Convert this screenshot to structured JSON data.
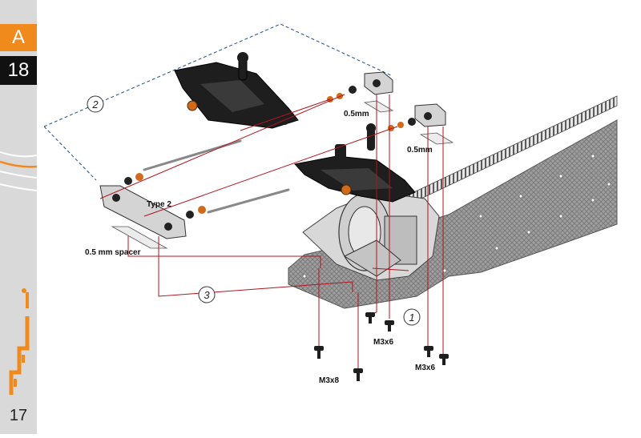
{
  "sidebar": {
    "section_letter": "A",
    "step_number": "18",
    "page_number": "17",
    "accent_color": "#f08a1c"
  },
  "diagram": {
    "callouts": [
      "1",
      "2",
      "3"
    ],
    "labels": {
      "type2": "Type 2",
      "spacer": "0.5 mm spacer",
      "shim_upper": "0.5mm",
      "shim_right": "0.5mm",
      "screw_m3x6_center": "M3x6",
      "screw_m3x8": "M3x8",
      "screw_m3x6_right": "M3x6"
    }
  }
}
